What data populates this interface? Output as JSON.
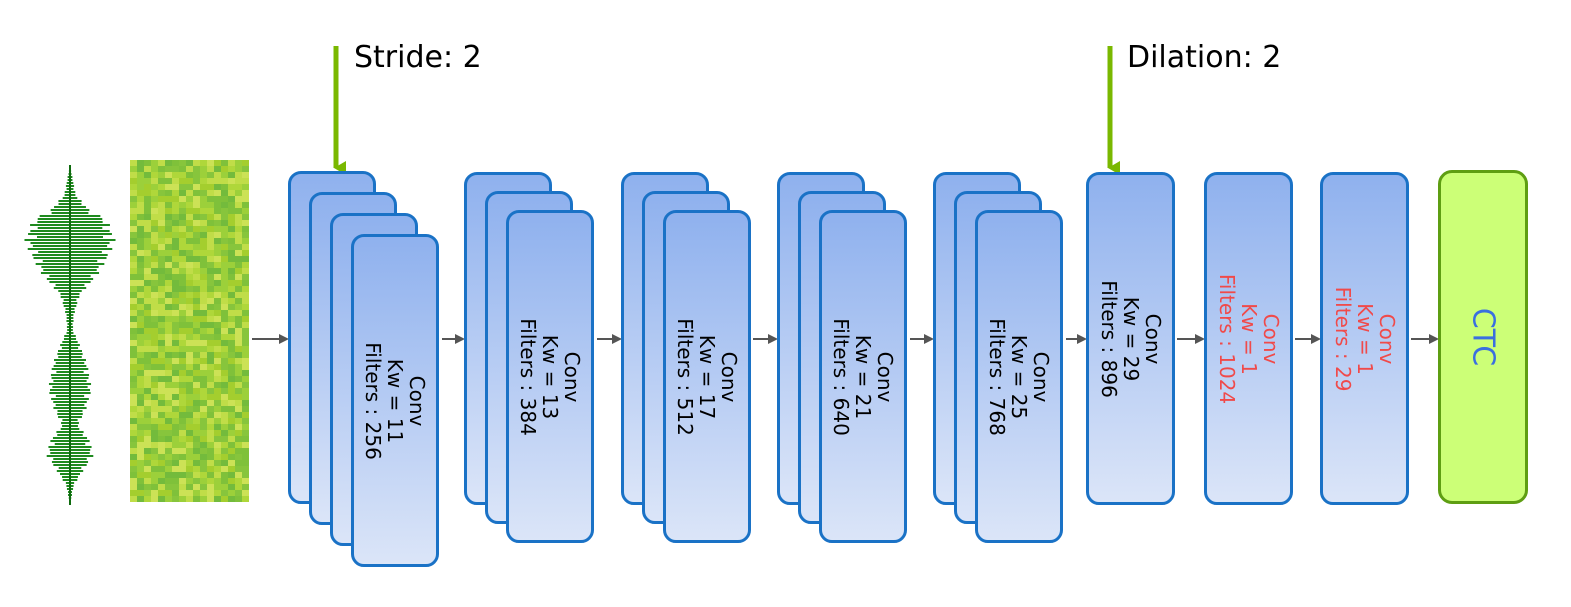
{
  "callouts": {
    "stride": "Stride: 2",
    "dilation": "Dilation: 2"
  },
  "blocks": [
    {
      "op": "Conv",
      "kw": "Kw = 11",
      "filters": "Filters : 256",
      "repeats": 4,
      "text_color": "black"
    },
    {
      "op": "Conv",
      "kw": "Kw = 13",
      "filters": "Filters : 384",
      "repeats": 3,
      "text_color": "black"
    },
    {
      "op": "Conv",
      "kw": "Kw = 17",
      "filters": "Filters : 512",
      "repeats": 3,
      "text_color": "black"
    },
    {
      "op": "Conv",
      "kw": "Kw = 21",
      "filters": "Filters : 640",
      "repeats": 3,
      "text_color": "black"
    },
    {
      "op": "Conv",
      "kw": "Kw = 25",
      "filters": "Filters : 768",
      "repeats": 3,
      "text_color": "black"
    },
    {
      "op": "Conv",
      "kw": "Kw = 29",
      "filters": "Filters : 896",
      "repeats": 1,
      "text_color": "black"
    },
    {
      "op": "Conv",
      "kw": "Kw = 1",
      "filters": "Filters : 1024",
      "repeats": 1,
      "text_color": "red"
    },
    {
      "op": "Conv",
      "kw": "Kw = 1",
      "filters": "Filters : 29",
      "repeats": 1,
      "text_color": "red"
    }
  ],
  "output": {
    "label": "CTC"
  },
  "colors": {
    "box_border": "#1a72c6",
    "callout_arrow": "#7ab800",
    "flow_arrow": "#555555",
    "red_text": "#f04a4a",
    "ctc_fill": "#ccff77",
    "ctc_border": "#5e9e12",
    "ctc_text": "#3a6fe0",
    "waveform": "#1e8a1e",
    "spectrogram": "#9acd32"
  },
  "icons": {
    "waveform": "audio-waveform-icon",
    "spectrogram": "spectrogram-icon"
  }
}
